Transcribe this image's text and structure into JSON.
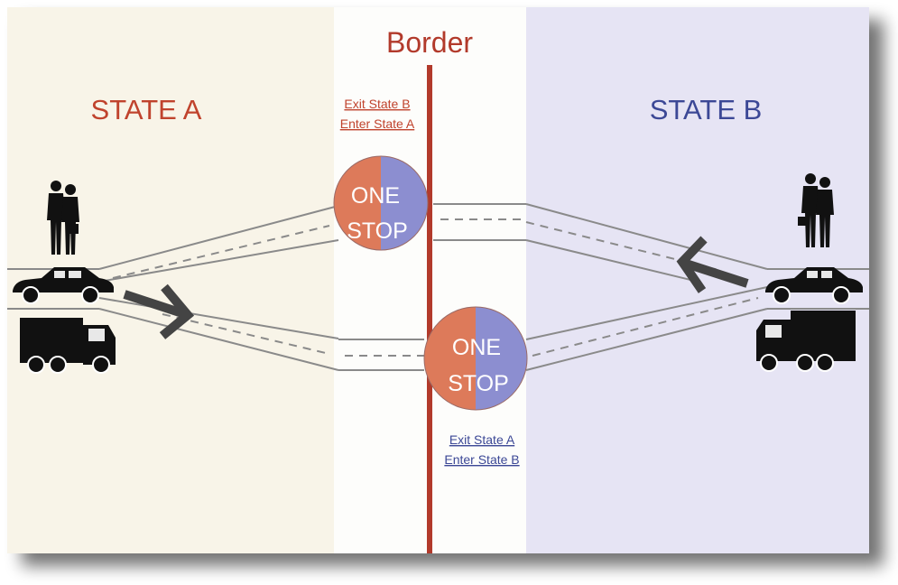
{
  "border_label": "Border",
  "state_a": {
    "label": "STATE A"
  },
  "state_b": {
    "label": "STATE B"
  },
  "stop_top": {
    "line1": "ONE",
    "line2": "STOP",
    "caption_line1": "Exit State B",
    "caption_line2": "Enter State A"
  },
  "stop_bottom": {
    "line1": "ONE",
    "line2": "STOP",
    "caption_line1": "Exit State A",
    "caption_line2": "Enter State B"
  },
  "colors": {
    "state_a_bg": "#f8f4e8",
    "state_b_bg": "#e6e4f4",
    "center_bg": "#fdfdfb",
    "border_line": "#b23a2b",
    "state_a_text": "#c0432d",
    "state_b_text": "#3c4896",
    "stop_orange": "#dd7a5a",
    "stop_blue": "#8c8ed0"
  },
  "icons": [
    "person-icon",
    "car-icon",
    "truck-icon",
    "arrow-icon"
  ]
}
